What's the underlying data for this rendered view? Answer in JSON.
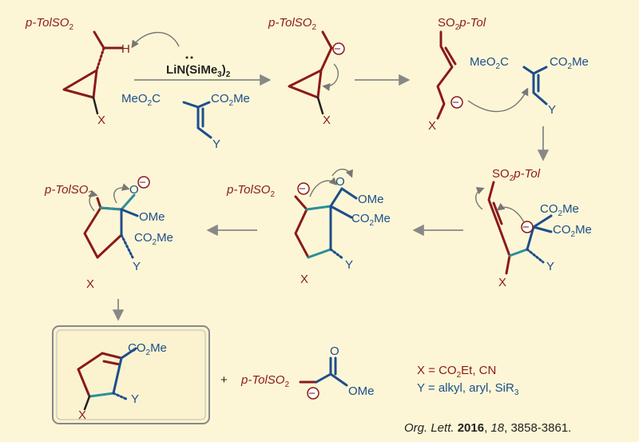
{
  "colors": {
    "background": "#fdf6d6",
    "ring": "#8b1a1a",
    "acceptor": "#1d4e8c",
    "new_bond": "#2a8f9a",
    "arrow": "#888888"
  },
  "labels": {
    "tolso2": "p-TolSO",
    "tolso2_sub": "2",
    "h": "H",
    "x": "X",
    "y": "Y",
    "base": "LiN(SiMe",
    "base_sub": "3",
    "base_close": ")",
    "base_sub2": "2",
    "meo2c": "MeO",
    "meo2c_sub": "2",
    "meo2c_tail": "C",
    "co2me": "CO",
    "co2me_sub": "2",
    "co2me_tail": "Me",
    "so2ptol": "SO",
    "so2ptol_sub": "2",
    "so2ptol_tail": "p-Tol",
    "ome": "OMe",
    "o": "O",
    "minus": "−",
    "plus": "+"
  },
  "definitions": {
    "x_def": "X = CO",
    "x_def_sub": "2",
    "x_def_tail": "Et, CN",
    "y_def": "Y = alkyl, aryl, SiR",
    "y_def_sub": "3"
  },
  "citation": {
    "journal": "Org. Lett.",
    "year": "2016",
    "volume": "18",
    "pages": ", 3858-3861."
  }
}
